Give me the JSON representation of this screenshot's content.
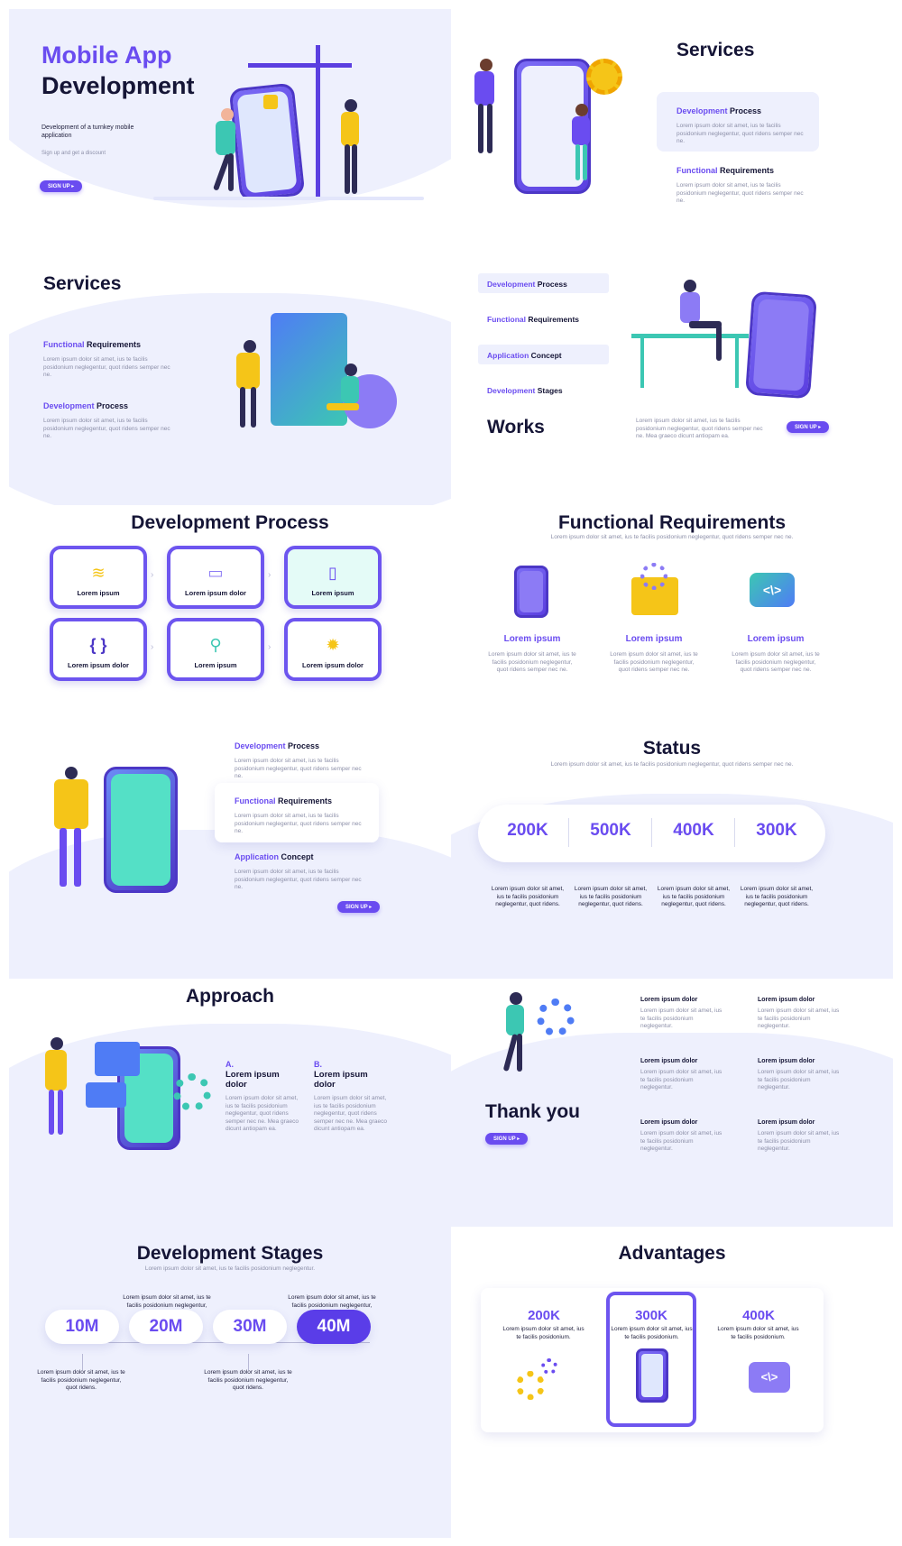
{
  "s1": {
    "title_a": "Mobile App",
    "title_b": "Development",
    "desc": "Development of a turnkey mobile application",
    "sub": "Sign up and get a discount",
    "btn": "SIGN UP"
  },
  "s2": {
    "title": "Services",
    "items": [
      {
        "a": "Development",
        "b": " Process",
        "text": "Lorem ipsum dolor sit amet, ius te facilis posidonium neglegentur, quot ridens semper nec ne."
      },
      {
        "a": "Functional",
        "b": " Requirements",
        "text": "Lorem ipsum dolor sit amet, ius te facilis posidonium neglegentur, quot ridens semper nec ne."
      }
    ]
  },
  "s3": {
    "title": "Services",
    "items": [
      {
        "a": "Functional",
        "b": " Requirements",
        "text": "Lorem ipsum dolor sit amet, ius te facilis posidonium neglegentur, quot ridens semper nec ne."
      },
      {
        "a": "Development",
        "b": " Process",
        "text": "Lorem ipsum dolor sit amet, ius te facilis posidonium neglegentur, quot ridens semper nec ne."
      }
    ]
  },
  "s4": {
    "menu": [
      {
        "a": "Development",
        "b": " Process"
      },
      {
        "a": "Functional",
        "b": " Requirements"
      },
      {
        "a": "Application",
        "b": " Concept"
      },
      {
        "a": "Development",
        "b": " Stages"
      }
    ],
    "title": "Works",
    "text": "Lorem ipsum dolor sit amet, ius te facilis posidonium neglegentur, quot ridens semper nec ne. Mea graeco dicunt antiopam ea.",
    "btn": "SIGN UP"
  },
  "s5": {
    "title": "Development Process",
    "boxes": [
      "Lorem ipsum",
      "Lorem ipsum dolor",
      "Lorem ipsum",
      "Lorem ipsum dolor",
      "Lorem ipsum",
      "Lorem ipsum dolor"
    ]
  },
  "s6": {
    "title": "Functional Requirements",
    "sub": "Lorem ipsum dolor sit amet, ius te facilis posidonium neglegentur, quot ridens semper nec ne.",
    "cols": [
      {
        "title": "Lorem ipsum",
        "text": "Lorem ipsum dolor sit amet, ius te facilis posidonium neglegentur, quot ridens semper nec ne."
      },
      {
        "title": "Lorem ipsum",
        "text": "Lorem ipsum dolor sit amet, ius te facilis posidonium neglegentur, quot ridens semper nec ne."
      },
      {
        "title": "Lorem ipsum",
        "text": "Lorem ipsum dolor sit amet, ius te facilis posidonium neglegentur, quot ridens semper nec ne."
      }
    ]
  },
  "s7": {
    "items": [
      {
        "a": "Development",
        "b": " Process",
        "text": "Lorem ipsum dolor sit amet, ius te facilis posidonium neglegentur, quot ridens semper nec ne."
      },
      {
        "a": "Functional",
        "b": " Requirements",
        "text": "Lorem ipsum dolor sit amet, ius te facilis posidonium neglegentur, quot ridens semper nec ne."
      },
      {
        "a": "Application",
        "b": " Concept",
        "text": "Lorem ipsum dolor sit amet, ius te facilis posidonium neglegentur, quot ridens semper nec ne."
      }
    ],
    "btn": "SIGN UP"
  },
  "s8": {
    "title": "Status",
    "sub": "Lorem ipsum dolor sit amet, ius te facilis posidonium neglegentur, quot ridens semper nec ne.",
    "stats": [
      "200K",
      "500K",
      "400K",
      "300K"
    ],
    "texts": [
      "Lorem ipsum dolor sit amet, ius te facilis posidonium neglegentur, quot ridens.",
      "Lorem ipsum dolor sit amet, ius te facilis posidonium neglegentur, quot ridens.",
      "Lorem ipsum dolor sit amet, ius te facilis posidonium neglegentur, quot ridens.",
      "Lorem ipsum dolor sit amet, ius te facilis posidonium neglegentur, quot ridens."
    ]
  },
  "s9": {
    "title": "Approach",
    "cols": [
      {
        "letter": "A.",
        "title": "Lorem ipsum dolor",
        "text": "Lorem ipsum dolor sit amet, ius te facilis posidonium neglegentur, quot ridens semper nec ne. Mea graeco dicunt antiopam ea."
      },
      {
        "letter": "B.",
        "title": "Lorem ipsum dolor",
        "text": "Lorem ipsum dolor sit amet, ius te facilis posidonium neglegentur, quot ridens semper nec ne. Mea graeco dicunt antiopam ea."
      }
    ]
  },
  "s10": {
    "title": "Thank you",
    "btn": "SIGN UP",
    "items": [
      {
        "t": "Lorem ipsum dolor",
        "x": "Lorem ipsum dolor sit amet, ius te facilis posidonium neglegentur."
      },
      {
        "t": "Lorem ipsum dolor",
        "x": "Lorem ipsum dolor sit amet, ius te facilis posidonium neglegentur."
      },
      {
        "t": "Lorem ipsum dolor",
        "x": "Lorem ipsum dolor sit amet, ius te facilis posidonium neglegentur."
      },
      {
        "t": "Lorem ipsum dolor",
        "x": "Lorem ipsum dolor sit amet, ius te facilis posidonium neglegentur."
      },
      {
        "t": "Lorem ipsum dolor",
        "x": "Lorem ipsum dolor sit amet, ius te facilis posidonium neglegentur."
      },
      {
        "t": "Lorem ipsum dolor",
        "x": "Lorem ipsum dolor sit amet, ius te facilis posidonium neglegentur."
      }
    ]
  },
  "s11": {
    "title": "Development Stages",
    "sub": "Lorem ipsum dolor sit amet, ius te facilis posidonium neglegentur.",
    "pills": [
      "10M",
      "20M",
      "30M",
      "40M"
    ],
    "top": [
      "Lorem ipsum dolor sit amet, ius te facilis posidonium neglegentur, quot ridens.",
      "Lorem ipsum dolor sit amet, ius te facilis posidonium neglegentur, quot ridens."
    ],
    "bottom": [
      "Lorem ipsum dolor sit amet, ius te facilis posidonium neglegentur, quot ridens.",
      "Lorem ipsum dolor sit amet, ius te facilis posidonium neglegentur, quot ridens."
    ]
  },
  "s12": {
    "title": "Advantages",
    "cols": [
      {
        "v": "200K",
        "t": "Lorem ipsum dolor sit amet, ius te facilis posidonium."
      },
      {
        "v": "300K",
        "t": "Lorem ipsum dolor sit amet, ius te facilis posidonium."
      },
      {
        "v": "400K",
        "t": "Lorem ipsum dolor sit amet, ius te facilis posidonium."
      }
    ]
  }
}
